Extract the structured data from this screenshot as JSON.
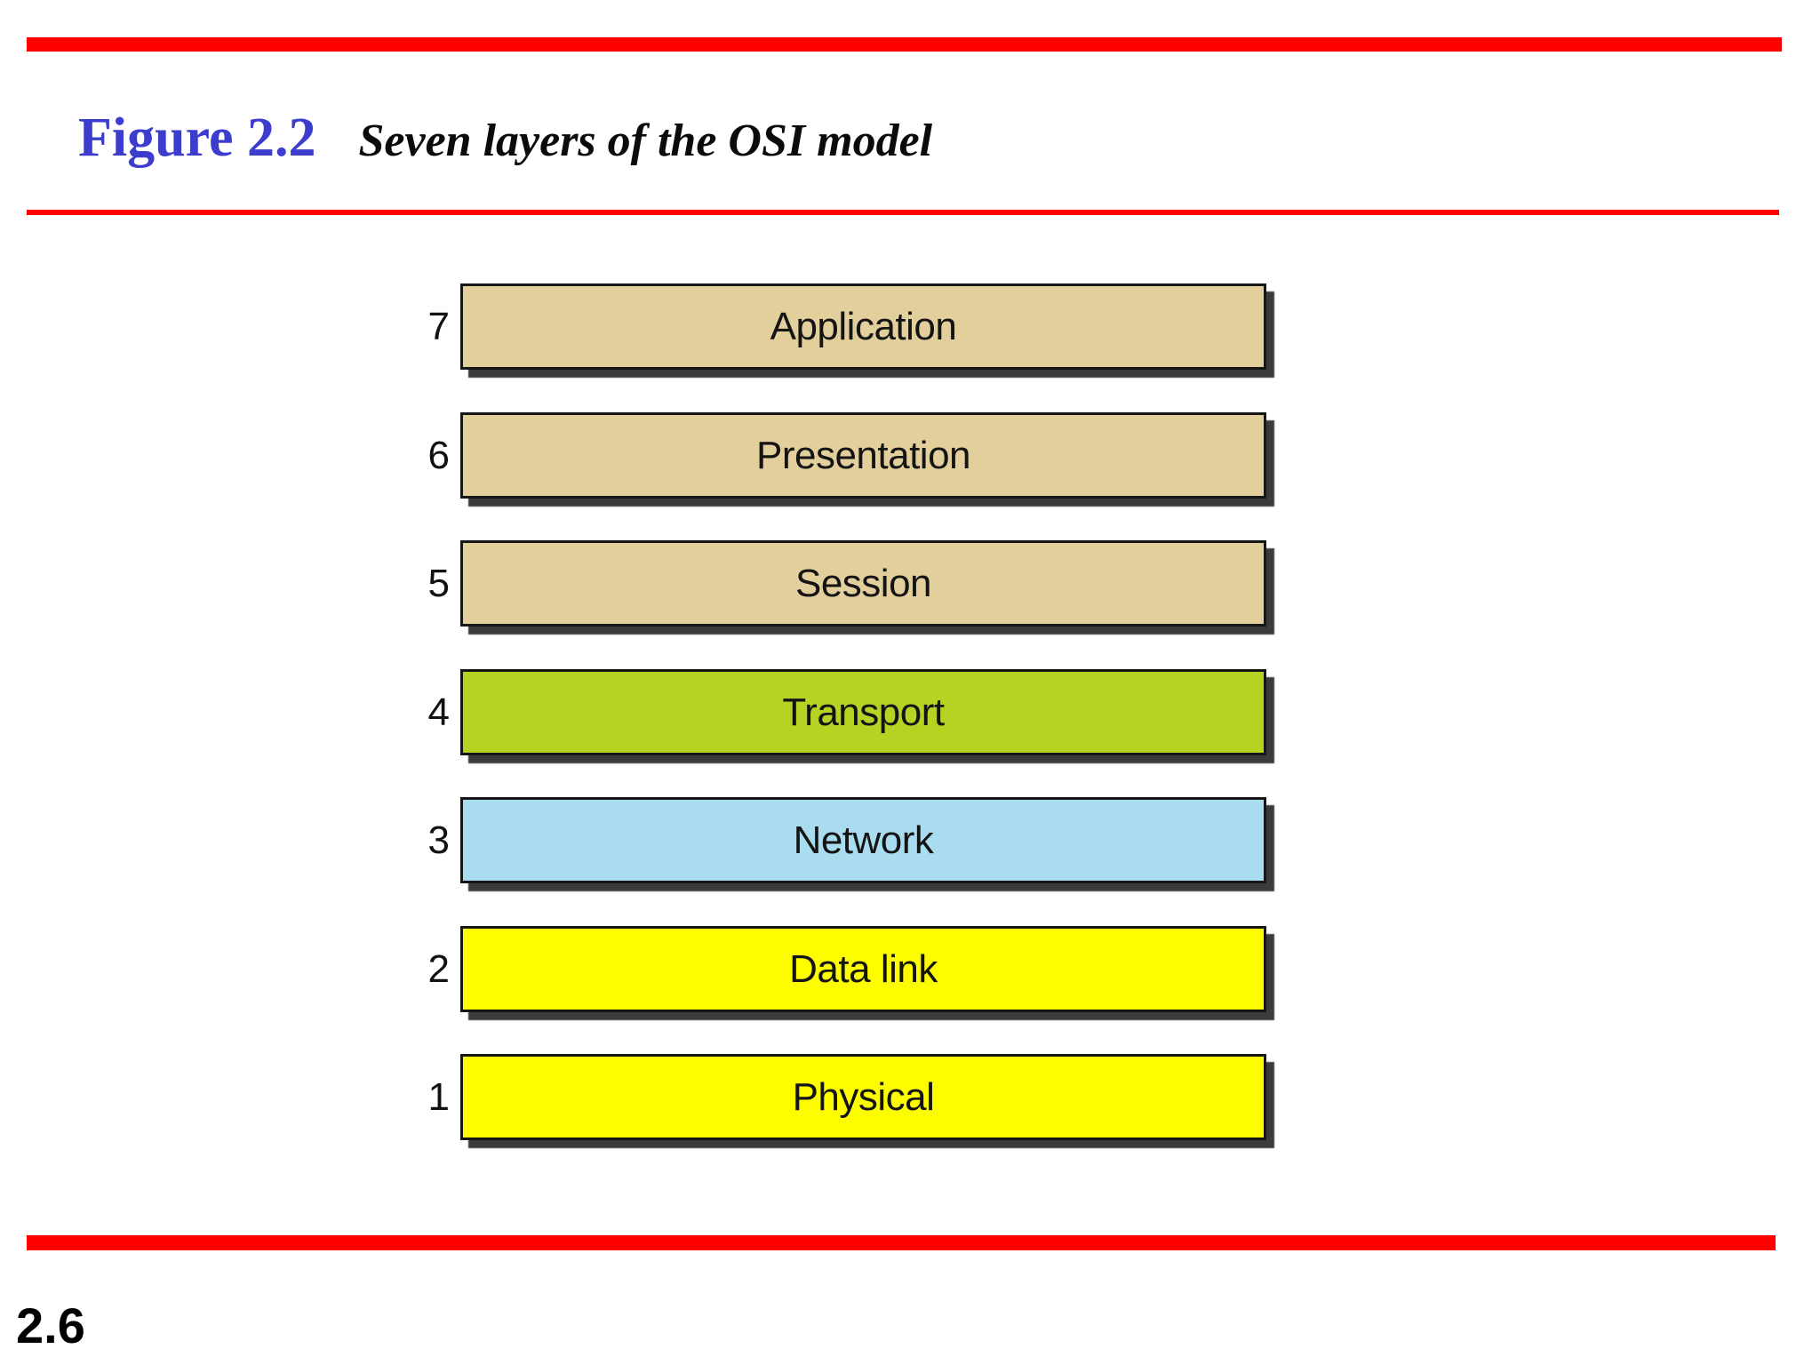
{
  "slide": {
    "figure_label": "Figure 2.2",
    "figure_caption": "Seven layers of the OSI model",
    "page_number": "2.6"
  },
  "colors": {
    "accent_red": "#ff0000",
    "figure_label_blue": "#3c3ccd",
    "box_border": "#161616",
    "box_shadow": "#3b3b3b",
    "tan": "#e3cf9c",
    "green": "#b6d324",
    "light_blue": "#a9dcee",
    "yellow": "#fdfd00"
  },
  "diagram": {
    "layers": [
      {
        "number": "7",
        "label": "Application",
        "fill": "#e3cf9c"
      },
      {
        "number": "6",
        "label": "Presentation",
        "fill": "#e3cf9c"
      },
      {
        "number": "5",
        "label": "Session",
        "fill": "#e3cf9c"
      },
      {
        "number": "4",
        "label": "Transport",
        "fill": "#b6d324"
      },
      {
        "number": "3",
        "label": "Network",
        "fill": "#a9dcee"
      },
      {
        "number": "2",
        "label": "Data link",
        "fill": "#fdfd00"
      },
      {
        "number": "1",
        "label": "Physical",
        "fill": "#fdfd00"
      }
    ]
  }
}
